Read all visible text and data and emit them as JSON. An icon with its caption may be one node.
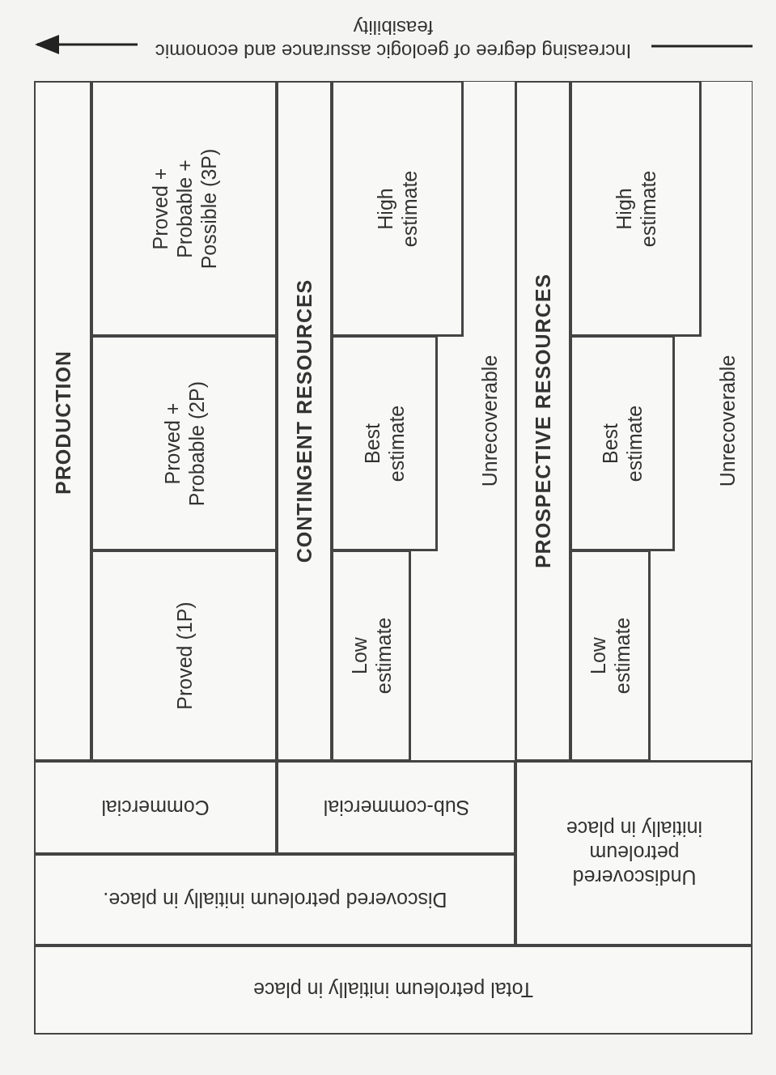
{
  "diagram": {
    "nodes": [
      {
        "text": [
          "Total petroleum initially in place"
        ]
      },
      {
        "text": [
          "Discovered petroleum initially in place."
        ]
      },
      {
        "text": [
          "Undiscovered petroleum initially in place"
        ]
      },
      {
        "text": [
          "Commercial"
        ]
      },
      {
        "text": [
          "Sub-commercial"
        ]
      },
      {
        "text": [
          "PRODUCTION"
        ]
      },
      {
        "text": [
          "Proved (1P)"
        ]
      },
      {
        "text": [
          "Proved + Probable (2P)"
        ]
      },
      {
        "text": [
          "Proved + Probable + Possible (3P)"
        ]
      },
      {
        "text": [
          "CONTINGENT RESOURCES"
        ]
      },
      {
        "text": [
          "Low estimate"
        ]
      },
      {
        "text": [
          "Best estimate"
        ]
      },
      {
        "text": [
          "High estimate"
        ]
      },
      {
        "text": [
          "Unrecoverable"
        ]
      },
      {
        "text": [
          "PROSPECTIVE RESOURCES"
        ]
      },
      {
        "text": [
          "Low estimate"
        ]
      },
      {
        "text": [
          "Best estimate"
        ]
      },
      {
        "text": [
          "High estimate"
        ]
      },
      {
        "text": [
          "Unrecoverable"
        ]
      }
    ],
    "edges": [],
    "labels": [
      "Increasing degree of geologic assurance and economic feasibility"
    ]
  }
}
